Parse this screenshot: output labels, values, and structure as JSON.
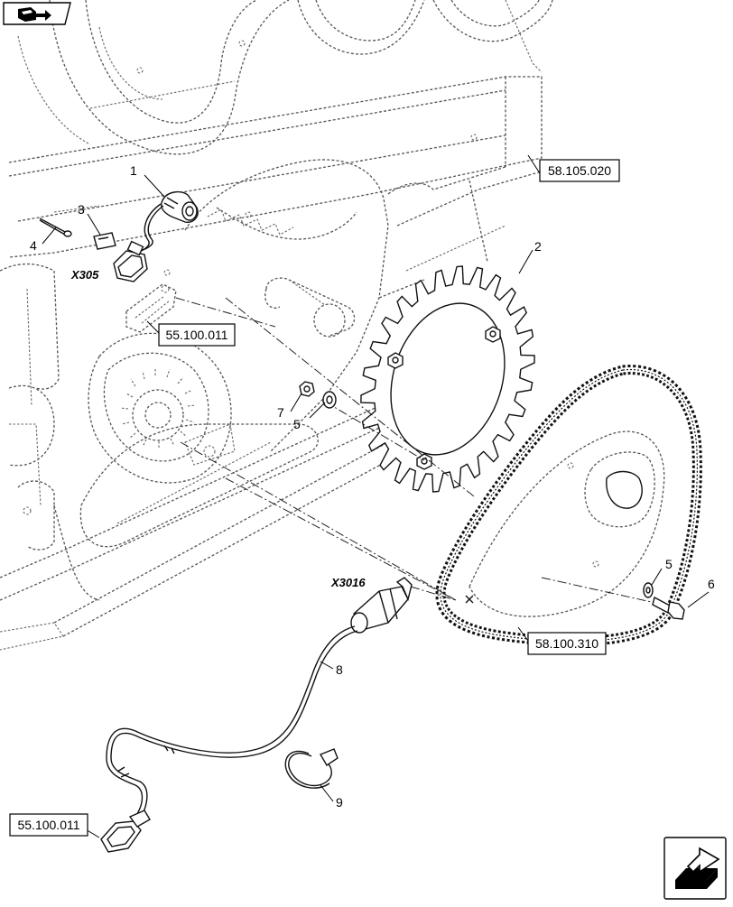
{
  "nav": {
    "top_left_icon": "book-page-icon",
    "bottom_right_icon": "next-page-arrow-icon"
  },
  "callouts": {
    "c1": "1",
    "c2": "2",
    "c3": "3",
    "c4": "4",
    "c5a": "5",
    "c5b": "5",
    "c6": "6",
    "c7": "7",
    "c8": "8",
    "c9": "9"
  },
  "connectors": {
    "x305": "X305",
    "x3016": "X3016"
  },
  "references": {
    "ref_58105020": "58.105.020",
    "ref_55100011_top": "55.100.011",
    "ref_58100310": "58.100.310",
    "ref_55100011_bottom": "55.100.011"
  }
}
